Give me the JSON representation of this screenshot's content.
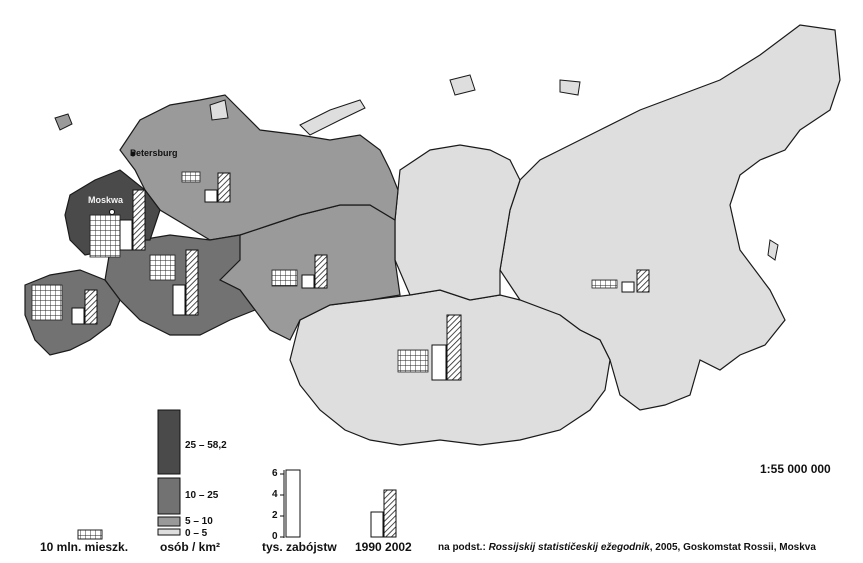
{
  "map": {
    "cities": [
      {
        "name": "Petersburg"
      },
      {
        "name": "Moskwa"
      }
    ],
    "scale": "1:55 000 000",
    "regions": [
      {
        "density_class": "25 – 58,2"
      },
      {
        "density_class": "10 – 25"
      },
      {
        "density_class": "10 – 25"
      },
      {
        "density_class": "5 – 10"
      },
      {
        "density_class": "5 – 10"
      },
      {
        "density_class": "0 – 5"
      },
      {
        "density_class": "0 – 5"
      },
      {
        "density_class": "0 – 5"
      }
    ],
    "colors": {
      "class1": "#4a4a4a",
      "class2": "#727272",
      "class3": "#9a9a9a",
      "class4": "#dedede",
      "hatch": "#222222",
      "outline": "#1a1a1a"
    }
  },
  "legend": {
    "population_label": "10 mln. mieszk.",
    "density_label": "osób / km²",
    "density_classes": [
      "25 – 58,2",
      "10 – 25",
      "5 – 10",
      "0 – 5"
    ],
    "murders_label": "tys. zabójstw",
    "murders_ticks": [
      "6",
      "4",
      "2",
      "0"
    ],
    "years_label": "1990 2002",
    "years": [
      "1990",
      "2002"
    ]
  },
  "source": {
    "prefix": "na podst.: ",
    "title": "Rossijskij statističeskij ežegodnik",
    "rest": ", 2005, Goskomstat Rossii, Moskva"
  }
}
